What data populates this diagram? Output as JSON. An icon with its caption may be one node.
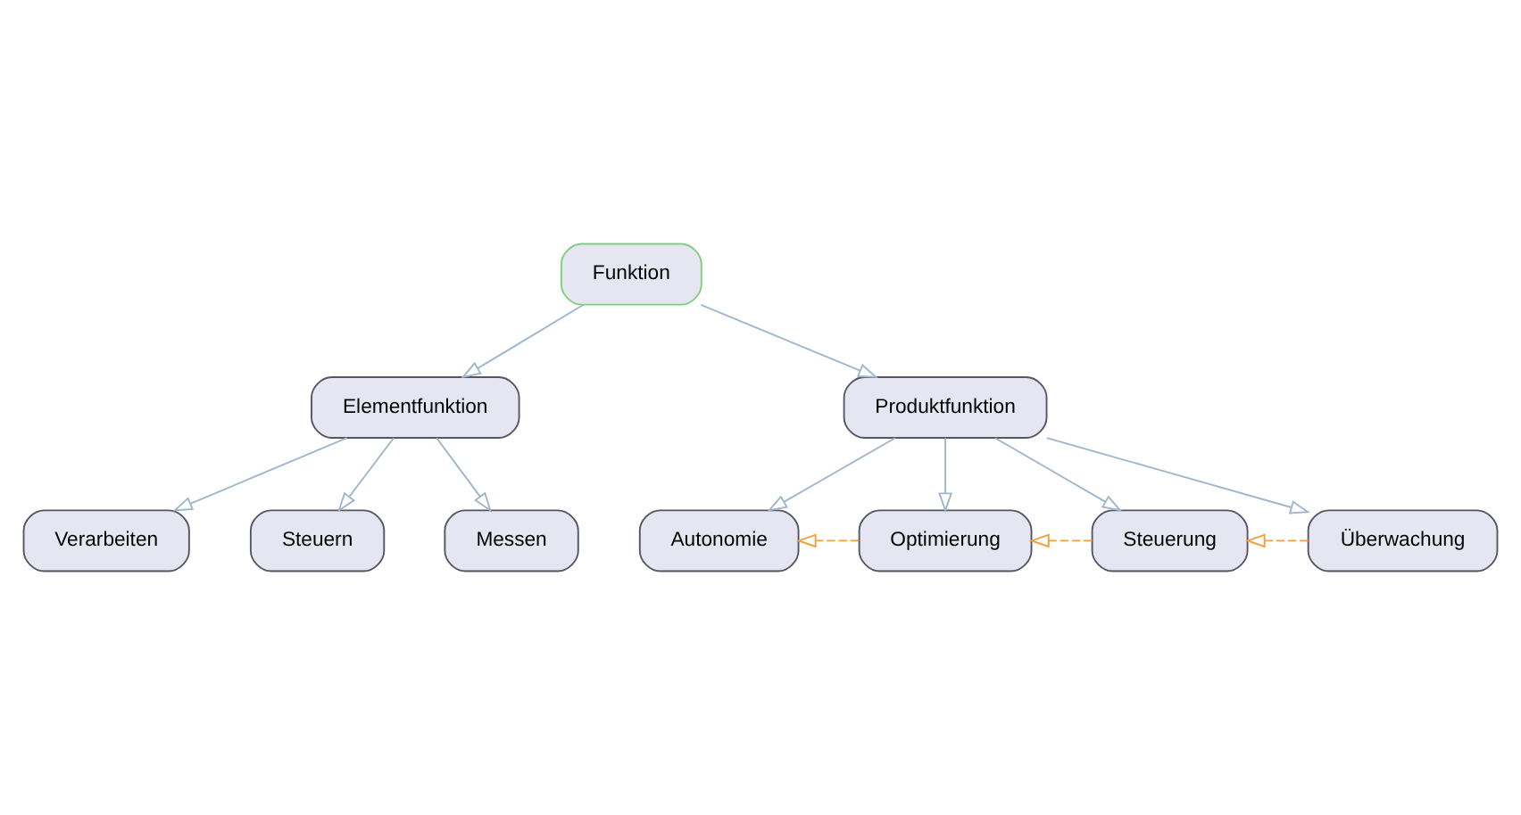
{
  "diagram": {
    "nodes": [
      {
        "text": [
          "Funktion"
        ]
      },
      {
        "text": [
          "Elementfunktion"
        ]
      },
      {
        "text": [
          "Produktfunktion"
        ]
      },
      {
        "text": [
          "Verarbeiten"
        ]
      },
      {
        "text": [
          "Autonomie"
        ]
      },
      {
        "text": [
          "Steuern"
        ]
      },
      {
        "text": [
          "Optimierung"
        ]
      },
      {
        "text": [
          "Messen"
        ]
      },
      {
        "text": [
          "Steuerung"
        ]
      },
      {
        "text": [
          "Überwachung"
        ]
      }
    ],
    "edges": [
      {
        "from": 0,
        "to": 2,
        "arrow": "to"
      },
      {
        "from": 0,
        "to": 1,
        "arrow": "to"
      },
      {
        "from": 2,
        "to": 9,
        "arrow": "to"
      },
      {
        "from": 2,
        "to": 8,
        "arrow": "to"
      },
      {
        "from": 2,
        "to": 6,
        "arrow": "to"
      },
      {
        "from": 2,
        "to": 4,
        "arrow": "to"
      },
      {
        "from": 1,
        "to": 7,
        "arrow": "to"
      },
      {
        "from": 1,
        "to": 5,
        "arrow": "to"
      },
      {
        "from": 1,
        "to": 3,
        "arrow": "to"
      },
      {
        "from": 9,
        "to": 8,
        "arrow": "to",
        "style": "dashed",
        "color": "#f0a040"
      },
      {
        "from": 8,
        "to": 6,
        "arrow": "to",
        "style": "dashed",
        "color": "#f0a040"
      },
      {
        "from": 6,
        "to": 4,
        "arrow": "to",
        "style": "dashed",
        "color": "#f0a040"
      }
    ]
  }
}
